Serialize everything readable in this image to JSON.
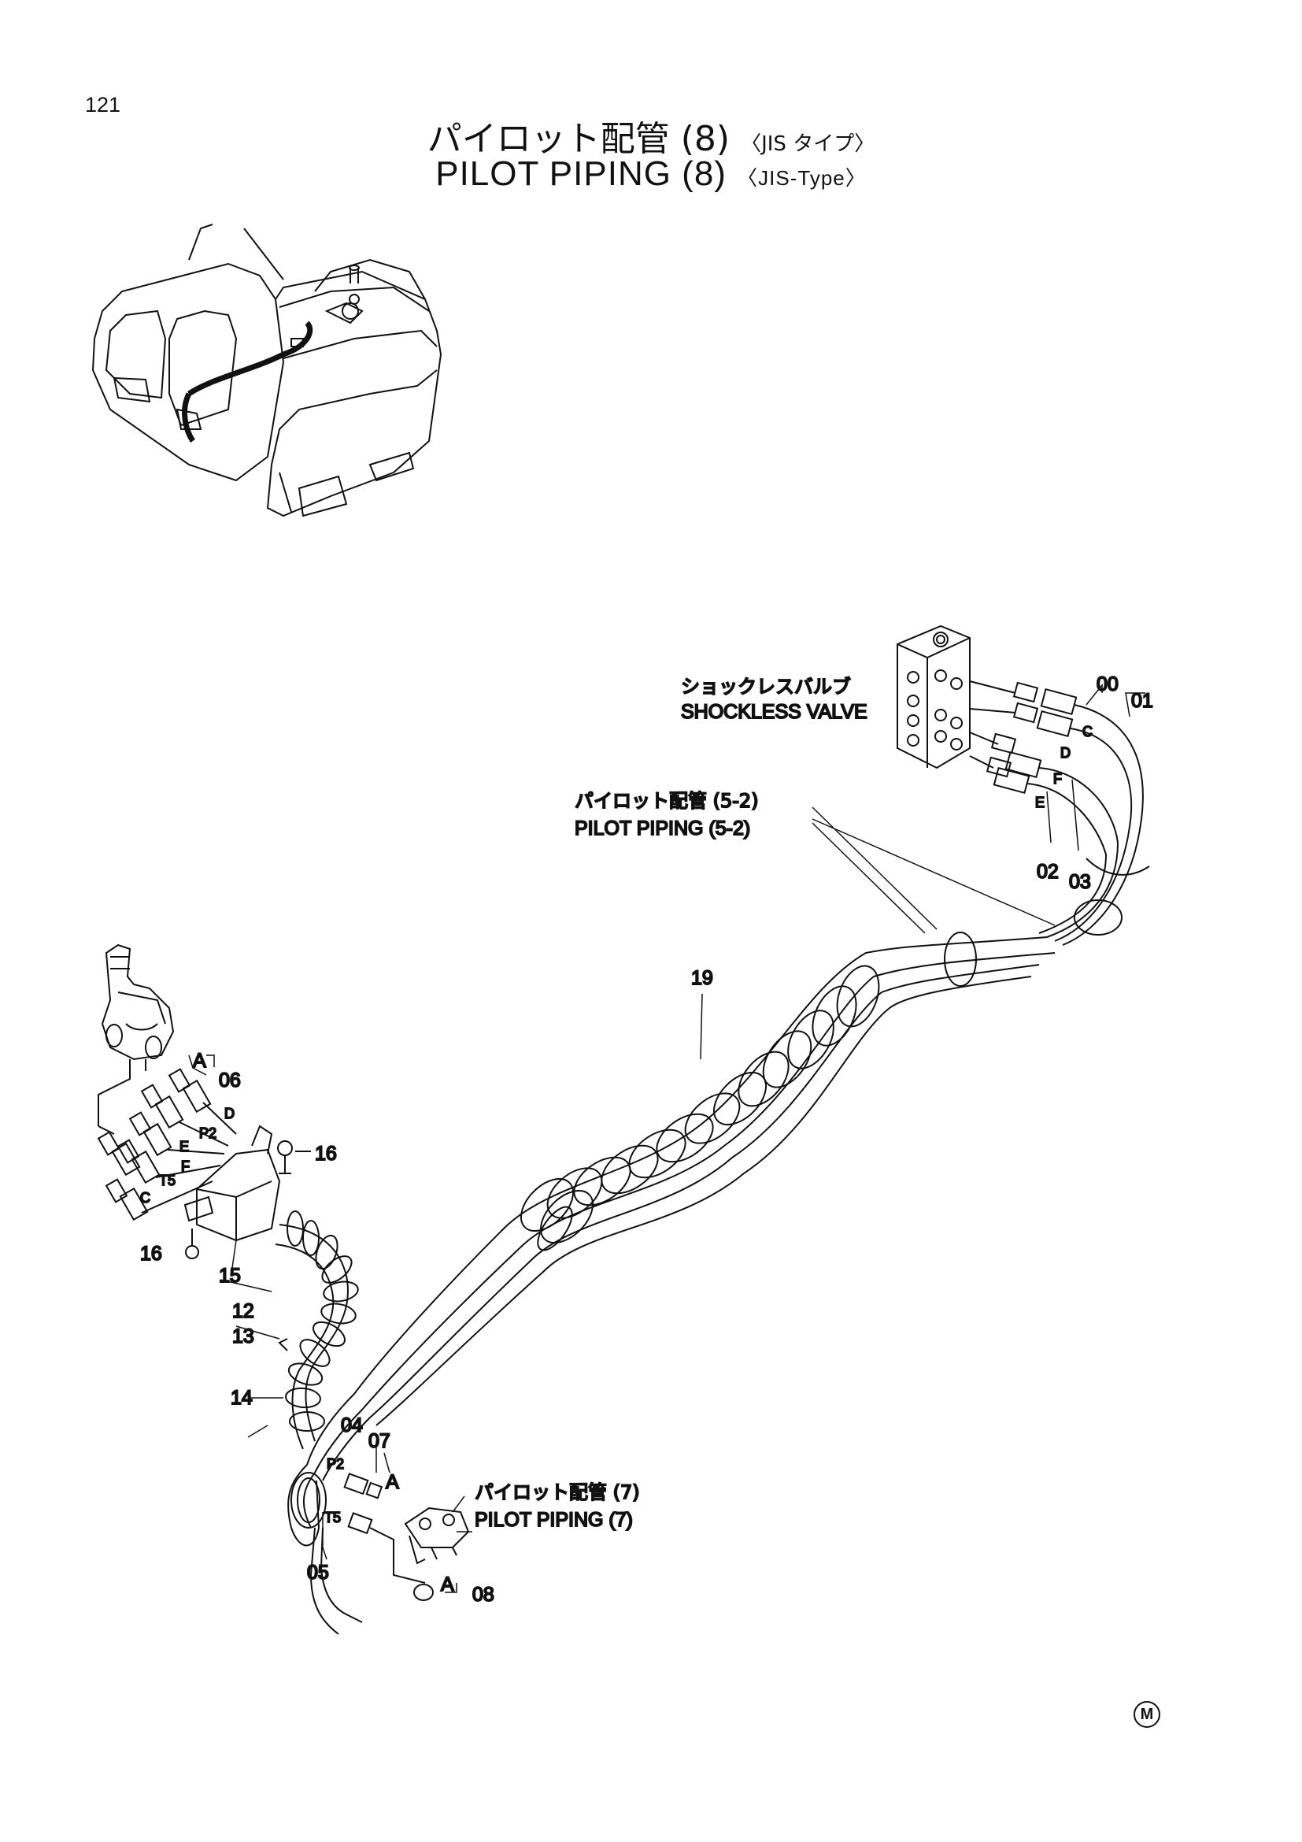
{
  "page_number": "121",
  "title_ja": {
    "main": "パイロット配管 (8)",
    "suffix": "〈JIS タイプ〉"
  },
  "title_en": {
    "main": "PILOT PIPING (8)",
    "suffix": "〈JIS-Type〉"
  },
  "callouts": {
    "shockless_valve_ja": "ショックレスバルブ",
    "shockless_valve_en": "SHOCKLESS VALVE",
    "pilot_piping_52_ja": "パイロット配管 (5-2)",
    "pilot_piping_52_en": "PILOT PIPING (5-2)",
    "pilot_piping_7_ja": "パイロット配管 (7)",
    "pilot_piping_7_en": "PILOT PIPING (7)"
  },
  "part_numbers": {
    "p00": "00",
    "p01": "01",
    "p02": "02",
    "p03": "03",
    "p04": "04",
    "p05": "05",
    "p06": "06",
    "p07": "07",
    "p08": "08",
    "p12": "12",
    "p13": "13",
    "p14": "14",
    "p15": "15",
    "p16a": "16",
    "p16b": "16",
    "p19": "19"
  },
  "port_letters": {
    "c_top": "C",
    "d_top": "D",
    "f_top": "F",
    "e_top": "E",
    "d_left": "D",
    "p2_left": "P2",
    "e_left": "E",
    "f_left": "F",
    "t5_left": "T5",
    "c_left": "C",
    "p2_bottom": "P2",
    "t5_bottom": "T5"
  },
  "detail_refs": {
    "a1": "A",
    "a2": "A",
    "a3": "A"
  },
  "footer_mark": "M",
  "colors": {
    "ink": "#111111",
    "paper": "#ffffff"
  }
}
